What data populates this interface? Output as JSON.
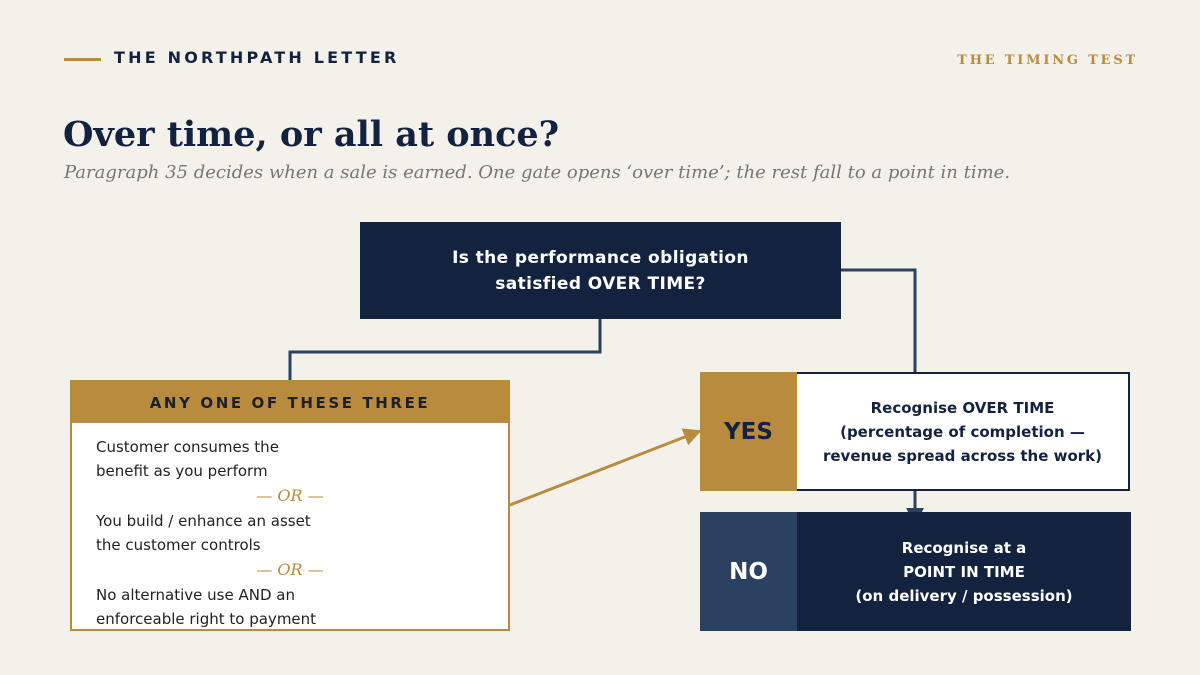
{
  "header": {
    "brand": "THE NORTHPATH LETTER",
    "section": "THE TIMING TEST"
  },
  "title": "Over time, or all at once?",
  "subtitle": "Paragraph 35 decides when a sale is earned. One gate opens ‘over time’; the rest fall to a point in time.",
  "question": {
    "line1": "Is the performance obligation",
    "line2": "satisfied OVER TIME?"
  },
  "criteria": {
    "header": "ANY ONE OF THESE THREE",
    "items": [
      {
        "line1": "Customer consumes the",
        "line2": "benefit as you perform"
      },
      {
        "line1": "You build / enhance an asset",
        "line2": "the customer controls"
      },
      {
        "line1": "No alternative use AND an",
        "line2": "enforceable right to payment"
      }
    ],
    "separator": "— OR —"
  },
  "yes": {
    "tag": "YES",
    "line1": "Recognise OVER TIME",
    "line2": "(percentage of completion —",
    "line3": "revenue spread across the work)"
  },
  "no": {
    "tag": "NO",
    "line1": "Recognise at a",
    "line2": "POINT IN TIME",
    "line3": "(on delivery / possession)"
  },
  "colors": {
    "navy": "#13233f",
    "gold": "#b98b3e",
    "slate": "#2a4162",
    "background": "#f4f0ea"
  }
}
